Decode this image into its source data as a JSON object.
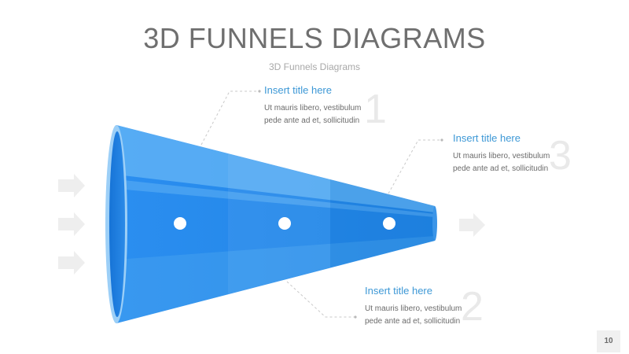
{
  "header": {
    "title": "3D FUNNELS DIAGRAMS",
    "subtitle": "3D Funnels Diagrams"
  },
  "blocks": [
    {
      "number": "1",
      "title": "Insert title here",
      "line1": "Ut mauris libero, vestibulum",
      "line2": "pede ante ad et, sollicitudin"
    },
    {
      "number": "2",
      "title": "Insert title here",
      "line1": "Ut mauris libero, vestibulum",
      "line2": "pede ante ad et, sollicitudin"
    },
    {
      "number": "3",
      "title": "Insert title here",
      "line1": "Ut mauris libero, vestibulum",
      "line2": "pede ante ad et, sollicitudin"
    }
  ],
  "footer": {
    "page_number": "10"
  },
  "colors": {
    "funnel_main": "#2f8ee8",
    "funnel_light": "#63b4f5",
    "funnel_rim": "#9ccff7",
    "title_accent": "#3d98d6",
    "arrow": "#eeeeee"
  },
  "icons": [
    "arrow-right-icon"
  ]
}
